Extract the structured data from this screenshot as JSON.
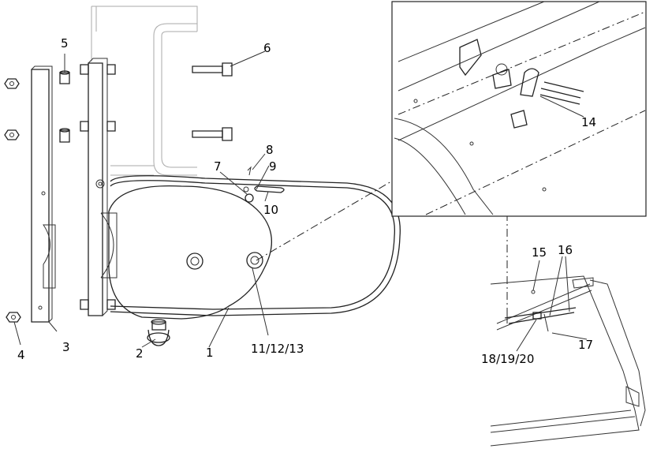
{
  "labels": {
    "l1": "1",
    "l2": "2",
    "l3": "3",
    "l4": "4",
    "l5": "5",
    "l6": "6",
    "l7": "7",
    "l8": "8",
    "l9": "9",
    "l10": "10",
    "l11_13": "11/12/13",
    "l14": "14",
    "l15": "15",
    "l16": "16",
    "l17": "17",
    "l18_20": "18/19/20"
  }
}
